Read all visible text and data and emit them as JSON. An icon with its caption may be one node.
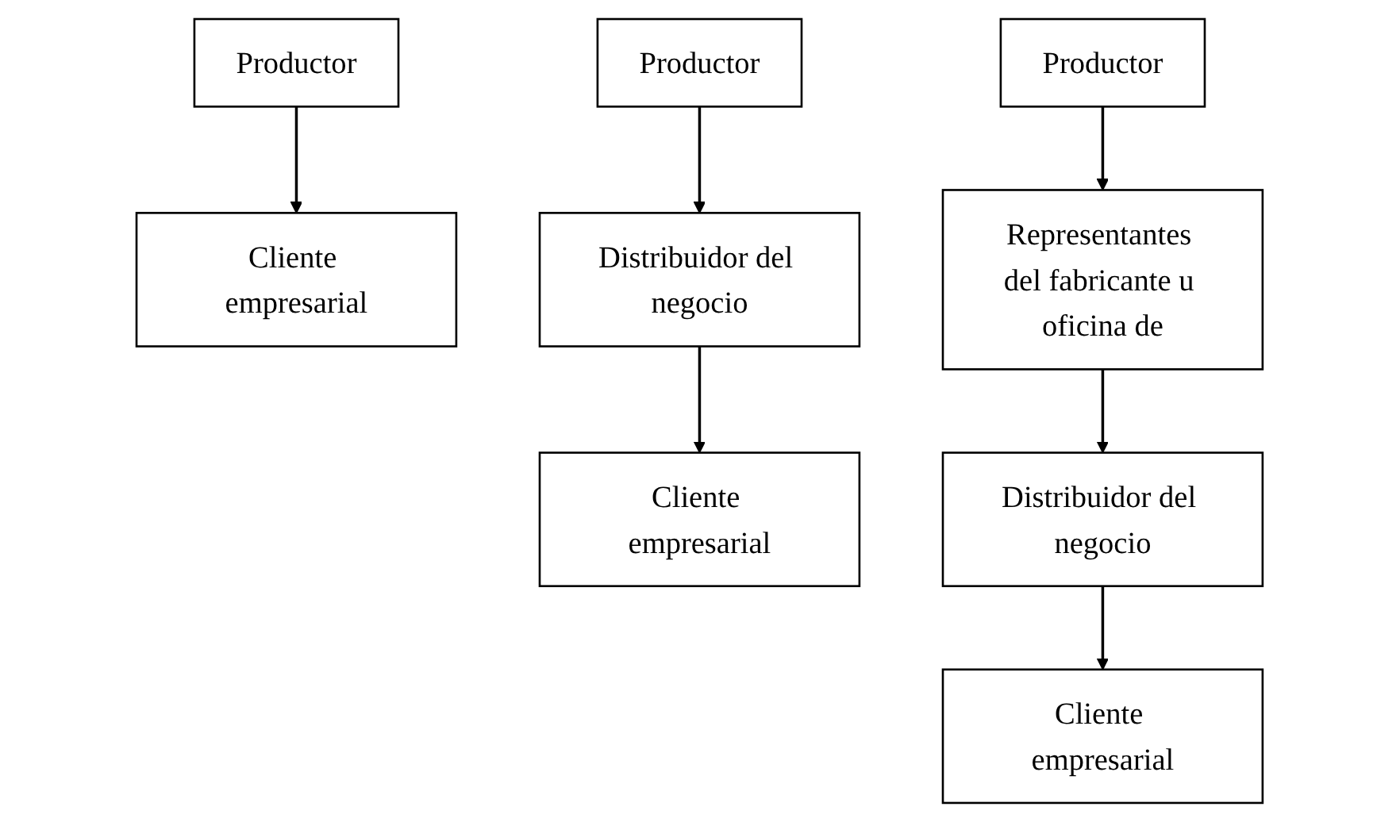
{
  "diagram": {
    "nodes": [
      {
        "text": [
          "Productor"
        ]
      },
      {
        "text": [
          "Cliente empresarial"
        ]
      },
      {
        "text": [
          "Productor"
        ]
      },
      {
        "text": [
          "Distribuidor del negocio"
        ]
      },
      {
        "text": [
          "Cliente empresarial"
        ]
      },
      {
        "text": [
          "Productor"
        ]
      },
      {
        "text": [
          "Representantes del fabricante u oficina de"
        ]
      },
      {
        "text": [
          "Distribuidor del negocio"
        ]
      },
      {
        "text": [
          "Cliente empresarial"
        ]
      }
    ],
    "edges": [
      {
        "from": 0,
        "to": 1,
        "arrow": "to"
      },
      {
        "from": 2,
        "to": 3,
        "arrow": "to"
      },
      {
        "from": 3,
        "to": 4,
        "arrow": "to"
      },
      {
        "from": 5,
        "to": 6,
        "arrow": "to"
      },
      {
        "from": 6,
        "to": 7,
        "arrow": "to"
      },
      {
        "from": 7,
        "to": 8,
        "arrow": "to"
      }
    ]
  }
}
